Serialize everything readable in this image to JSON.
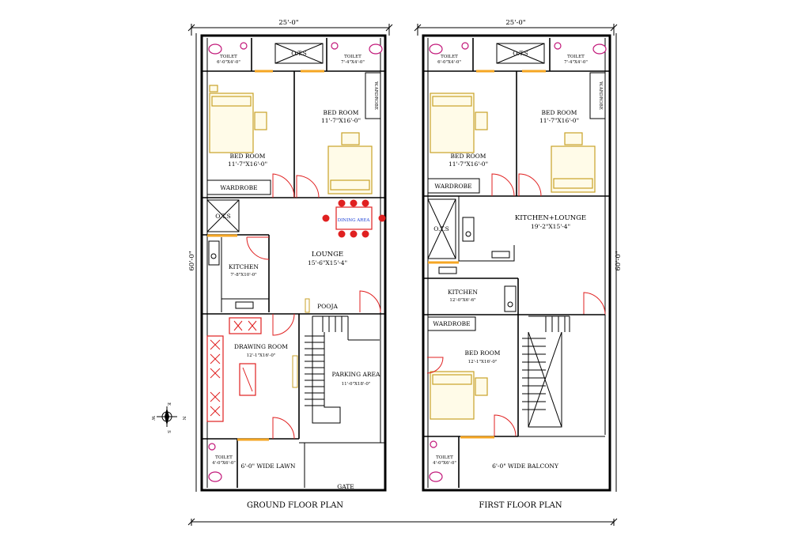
{
  "dimensions": {
    "gf_width": "25'-0\"",
    "gf_depth": "60'-0\"",
    "ff_width": "25'-0\"",
    "ff_depth": "60'-0\""
  },
  "compass": {
    "n": "N",
    "s": "S",
    "e": "E",
    "w": "W"
  },
  "ground_floor": {
    "title": "GROUND FLOOR PLAN",
    "toilet_1": {
      "name": "TOILET",
      "size": "6'-0\"X4'-0\""
    },
    "toilet_2": {
      "name": "TOILET",
      "size": "7'-4\"X4'-0\""
    },
    "ots_top": "O.T.S",
    "bed_room_1": {
      "name": "BED ROOM",
      "size": "11'-7\"X16'-0\""
    },
    "bed_room_2": {
      "name": "BED ROOM",
      "size": "11'-7\"X16'-0\""
    },
    "wardrobe_1": "WARDROBE",
    "wardrobe_2": "W.ARDROBE",
    "ots_mid": "O.T.S",
    "dining": "DINING AREA",
    "lounge": {
      "name": "LOUNGE",
      "size": "15'-6\"X15'-4\""
    },
    "kitchen": {
      "name": "KITCHEN",
      "size": "7'-8\"X10'-0\""
    },
    "pooja": "POOJA",
    "drawing_room": {
      "name": "DRAWING ROOM",
      "size": "12'-1\"X16'-0\""
    },
    "parking": {
      "name": "PARKING AREA",
      "size": "11'-0\"X18'-0\""
    },
    "toilet_3": {
      "name": "TOILET",
      "size": "4'-0\"X6'-0\""
    },
    "lawn": "6'-0\" WIDE LAWN",
    "gate": "GATE"
  },
  "first_floor": {
    "title": "FIRST FLOOR PLAN",
    "toilet_1": {
      "name": "TOILET",
      "size": "6'-0\"X4'-0\""
    },
    "toilet_2": {
      "name": "TOILET",
      "size": "7'-4\"X4'-0\""
    },
    "ots_top": "O.T.S",
    "bed_room_1": {
      "name": "BED ROOM",
      "size": "11'-7\"X16'-0\""
    },
    "bed_room_2": {
      "name": "BED ROOM",
      "size": "11'-7\"X16'-0\""
    },
    "wardrobe_1": "WARDROBE",
    "wardrobe_2": "W.ARDROBE",
    "ots_mid": "O.T.S",
    "kitchen_lounge": {
      "name": "KITCHEN+LOUNGE",
      "size": "19'-2\"X15'-4\""
    },
    "kitchen": {
      "name": "KITCHEN",
      "size": "12'-0\"X6'-6\""
    },
    "wardrobe_3": "WARDROBE",
    "bed_room_3": {
      "name": "BED ROOM",
      "size": "12'-1\"X16'-0\""
    },
    "toilet_3": {
      "name": "TOILET",
      "size": "4'-0\"X6'-0\""
    },
    "balcony": "6'-0\" WIDE BALCONY"
  },
  "colors": {
    "wall": "#000000",
    "door": "#e02020",
    "furniture": "#c9a227",
    "sanitary": "#c2187a",
    "opening": "#f5a623",
    "dining_text": "#1a3fd6"
  }
}
